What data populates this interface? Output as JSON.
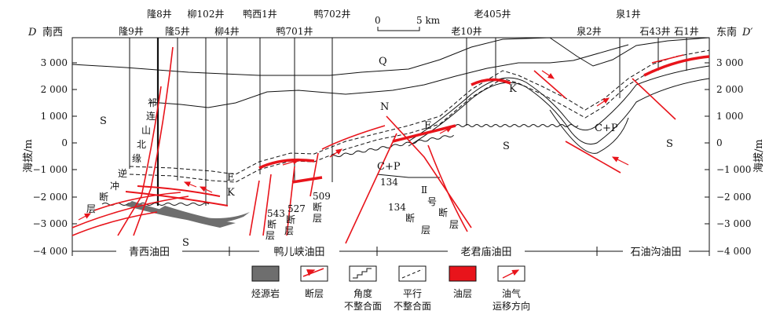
{
  "section": {
    "left_end": "D",
    "left_dir": "南西",
    "right_end": "D′",
    "right_dir": "东南"
  },
  "scale_bar": {
    "zero": "0",
    "five": "5 km"
  },
  "wells_top": [
    "隆8井",
    "柳102井",
    "鸭西1井",
    "鸭702井",
    "老405井",
    "泉1井"
  ],
  "wells_bottom": [
    "隆9井",
    "隆5井",
    "柳4井",
    "鸭701井",
    "老10井",
    "泉2井",
    "石43井",
    "石1井"
  ],
  "axis": {
    "title": "海拔/m",
    "ticks": [
      "3 000",
      "2 000",
      "1 000",
      "0",
      "−1 000",
      "−2 000",
      "−3 000",
      "−4 000"
    ]
  },
  "units": {
    "S": "S",
    "Q": "Q",
    "N": "N",
    "E": "E",
    "K": "K",
    "CP": "C+P"
  },
  "faults": {
    "qilian": [
      "祁",
      "连",
      "山",
      "北",
      "缘",
      "逆",
      "冲",
      "断",
      "层"
    ],
    "f543": [
      "543",
      "断",
      "层"
    ],
    "f527": [
      "527",
      "断",
      "层"
    ],
    "f509": [
      "509",
      "断",
      "层"
    ],
    "f134": [
      "134",
      "断",
      "层"
    ],
    "f134b": [
      "134",
      "Ⅱ",
      "号",
      "断",
      "层"
    ]
  },
  "oilfields": [
    "青西油田",
    "鸭儿峡油田",
    "老君庙油田",
    "石油沟油田"
  ],
  "legend": [
    {
      "label": "烃源岩"
    },
    {
      "label": "断层"
    },
    {
      "label": "角度",
      "label2": "不整合面"
    },
    {
      "label": "平行",
      "label2": "不整合面"
    },
    {
      "label": "油层"
    },
    {
      "label": "油气",
      "label2": "运移方向"
    }
  ],
  "colors": {
    "fault": "#e8141b",
    "oil": "#e8141b",
    "source": "#6e6e6e"
  }
}
